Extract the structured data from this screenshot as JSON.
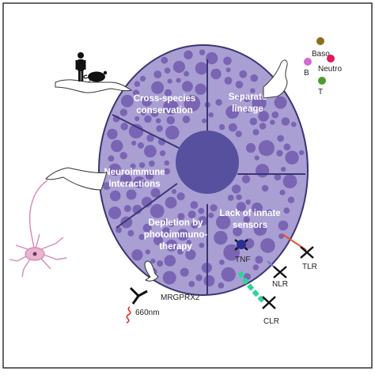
{
  "segments": {
    "cross_species": [
      "Cross-species",
      "conservation"
    ],
    "separate_lineage": [
      "Separate",
      "lineage"
    ],
    "neuroimmune": [
      "Neuroimmune",
      "interactions"
    ],
    "depletion": [
      "Depletion by",
      "photoimmuno-",
      "therapy"
    ],
    "innate_sensors": [
      "Lack of innate",
      "sensors"
    ]
  },
  "cells": {
    "baso": "Baso",
    "b": "B",
    "neutro": "Neutro",
    "t": "T"
  },
  "receptors": {
    "tnf": "TNF",
    "tlr": "TLR",
    "nlr": "NLR",
    "clr": "CLR"
  },
  "therapy": {
    "target": "MRGPRX2",
    "wavelength": "660nm"
  },
  "colors": {
    "cell_fill": "#a99fd2",
    "granule": "#7a64b4",
    "nucleus": "#57509f",
    "divider": "#3a3573",
    "baso": "#8a6d1e",
    "b_cell": "#d46ad2",
    "neutro": "#e0185e",
    "t_cell": "#4e9a2e",
    "tlr": "#e0532a",
    "nlr": "#6f7fc9",
    "clr": "#2dd49a",
    "neuron": "#d988b5"
  }
}
